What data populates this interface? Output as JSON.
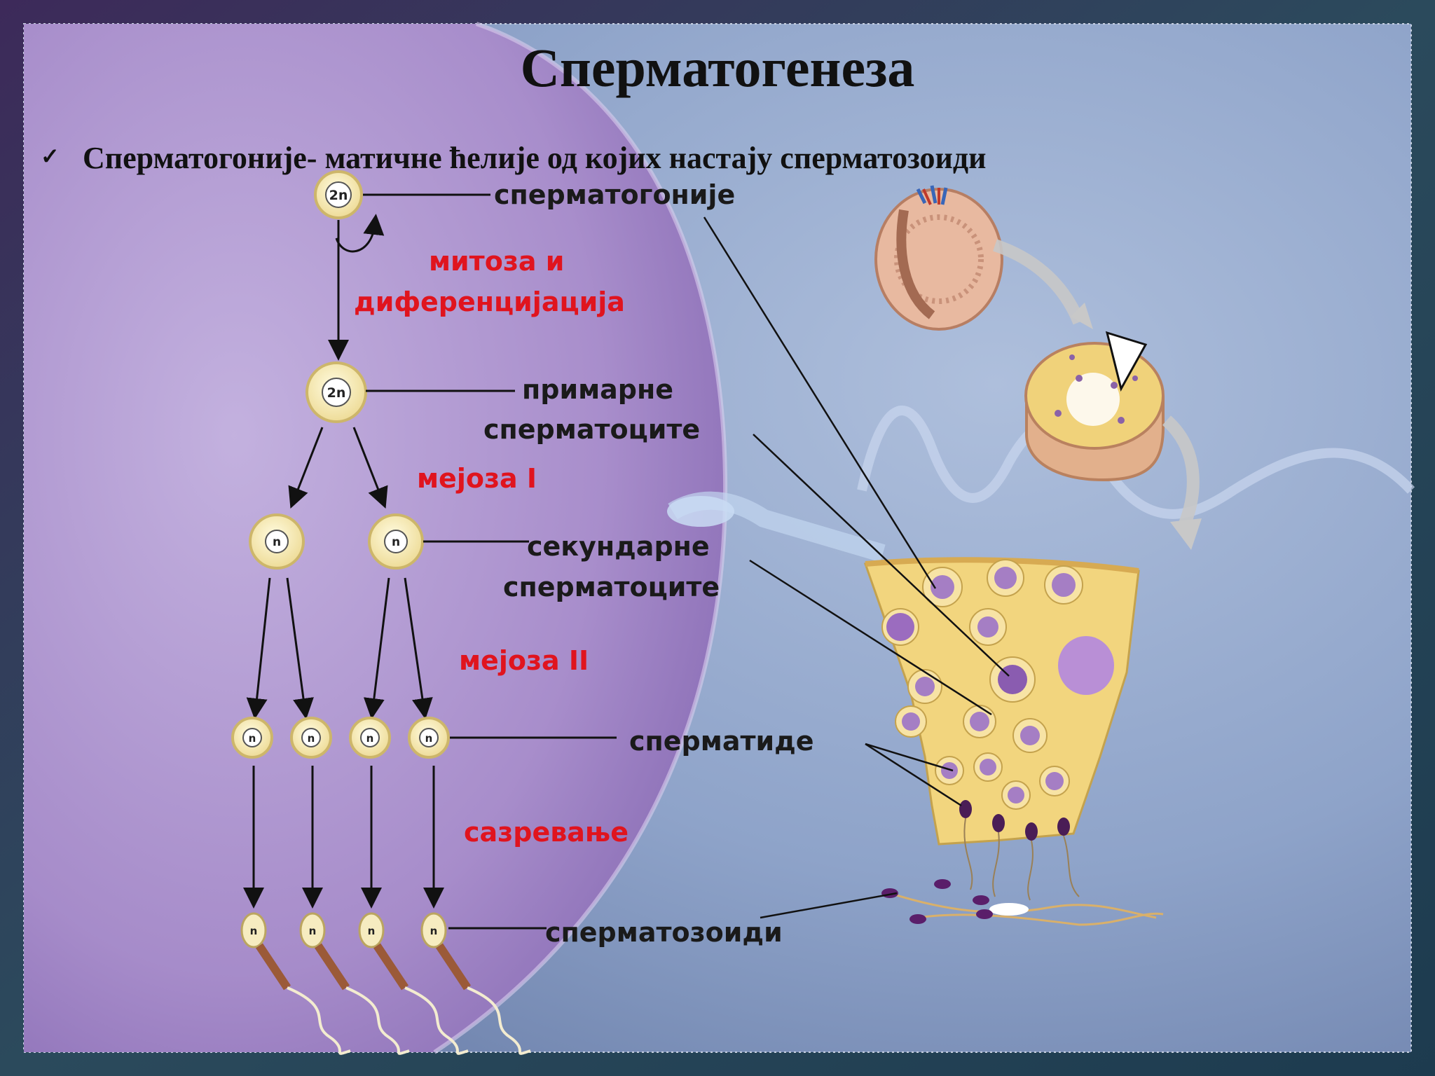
{
  "slide": {
    "title": "Сперматогенеза",
    "bullet": "Сперматогоније- матичне ћелије од којих настају сперматозоиди",
    "bullet_marker": "✓"
  },
  "diagram": {
    "ploidy_diploid": "2n",
    "ploidy_haploid": "n",
    "labels": {
      "spermatogonia": "сперматогоније",
      "primary_1": "примарне",
      "primary_2": "сперматоците",
      "secondary_1": "секундарне",
      "secondary_2": "сперматоците",
      "spermatids": "сперматиде",
      "spermatozoa": "сперматозоиди"
    },
    "processes": {
      "mitosis_1": "митоза и",
      "mitosis_2": "диференцијација",
      "meiosis_1": "мејоза I",
      "meiosis_2": "мејоза II",
      "maturation": "сазревање"
    }
  },
  "colors": {
    "process_text": "#e0141e",
    "cell_fill": "#f3e7a8",
    "cell_ring": "#c9b46a",
    "tissue": "#f0d27a",
    "nucleus": "#8a62a8",
    "background_blue": "#8fa6cc",
    "background_purple": "#a78bc7"
  }
}
